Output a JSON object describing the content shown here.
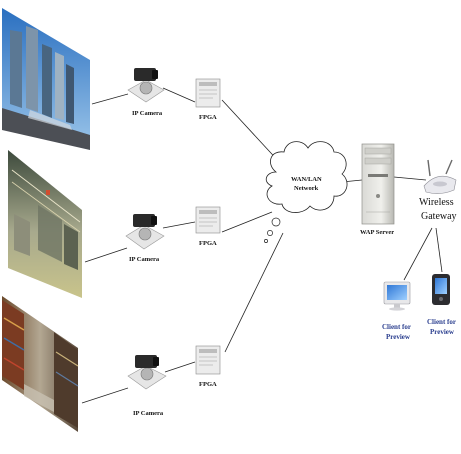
{
  "cameras": [
    {
      "label": "IP Camera",
      "fpga_label": "FPGA",
      "scene": "city-street"
    },
    {
      "label": "IP Camera",
      "fpga_label": "FPGA",
      "scene": "factory-floor"
    },
    {
      "label": "IP Camera",
      "fpga_label": "FPGA",
      "scene": "warehouse-aisle"
    }
  ],
  "network": {
    "label_line1": "WAN/LAN",
    "label_line2": "Network"
  },
  "server": {
    "label": "WAP Server"
  },
  "gateway": {
    "label_line1": "Wireless",
    "label_line2": "Gateway"
  },
  "clients": [
    {
      "line1": "Client for",
      "line2": "Preview",
      "device": "desktop-monitor"
    },
    {
      "line1": "Client for",
      "line2": "Preview",
      "device": "pda"
    }
  ],
  "colors": {
    "client_label": "#2b3f8f",
    "line": "#222222"
  }
}
